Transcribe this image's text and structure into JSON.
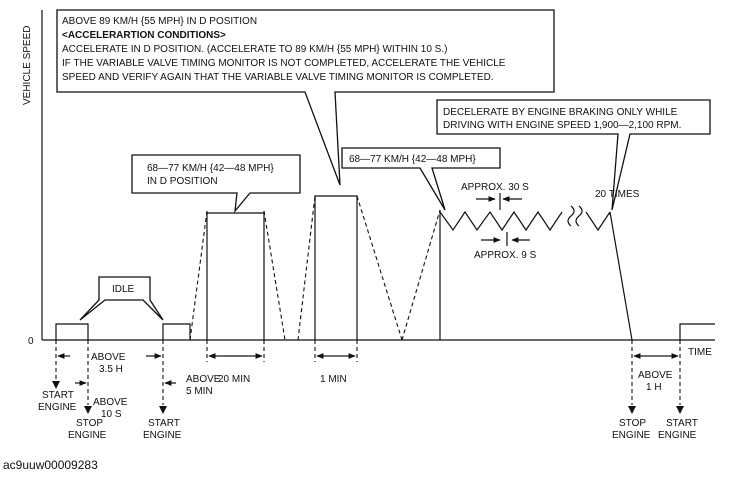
{
  "axis": {
    "y_label": "VEHICLE SPEED",
    "origin_label": "0",
    "x_label": "TIME"
  },
  "callouts": {
    "main": {
      "line1": "ABOVE 89 KM/H {55 MPH} IN D POSITION",
      "line2": "<ACCELERARTION CONDITIONS>",
      "line3": "ACCELERATE IN D POSITION. (ACCELERATE TO 89 KM/H {55 MPH} WITHIN 10 S.)",
      "line4": "IF THE VARIABLE VALVE TIMING MONITOR IS NOT COMPLETED, ACCELERATE THE VEHICLE",
      "line5": "SPEED AND VERIFY AGAIN THAT THE VARIABLE VALVE TIMING MONITOR IS COMPLETED."
    },
    "idle": "IDLE",
    "speed_d": {
      "line1": "68—77 KM/H {42—48 MPH}",
      "line2": "IN D POSITION"
    },
    "speed_2": "68—77 KM/H {42—48 MPH}",
    "decel": {
      "line1": "DECELERATE BY ENGINE BRAKING ONLY WHILE",
      "line2": "DRIVING WITH ENGINE SPEED 1,900—2,100 RPM."
    },
    "approx30": "APPROX. 30 S",
    "times20": "20 TIMES",
    "approx9": "APPROX. 9 S"
  },
  "durations": {
    "above35h": [
      "ABOVE",
      "3.5 H"
    ],
    "above10s": [
      "ABOVE",
      "10 S"
    ],
    "min20": "20 MIN",
    "above5min": [
      "ABOVE",
      "5 MIN"
    ],
    "min1": "1 MIN",
    "above1h": [
      "ABOVE",
      "1 H"
    ]
  },
  "events": {
    "start1": [
      "START",
      "ENGINE"
    ],
    "stop1": [
      "STOP",
      "ENGINE"
    ],
    "start2": [
      "START",
      "ENGINE"
    ],
    "stop2": [
      "STOP",
      "ENGINE"
    ],
    "start3": [
      "START",
      "ENGINE"
    ]
  },
  "reference": "ac9uuw00009283"
}
